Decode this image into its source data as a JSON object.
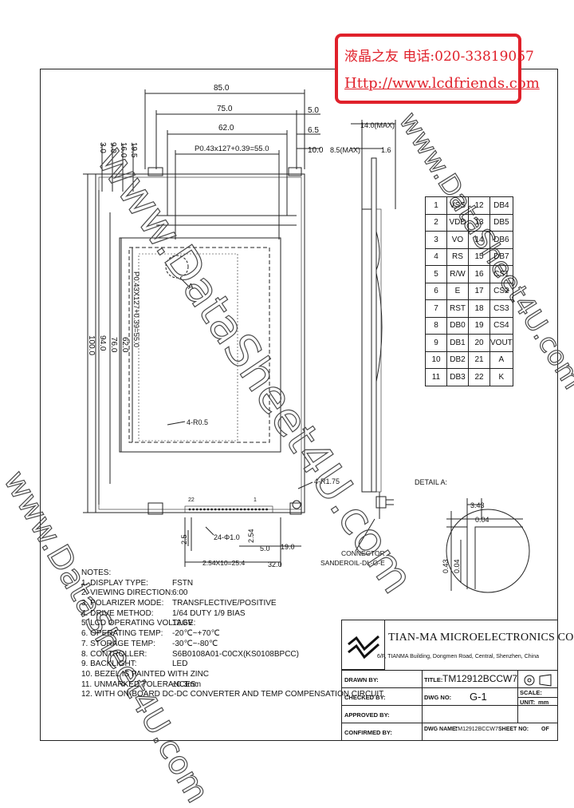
{
  "banner": {
    "line1": "液晶之友 电话:020-33819057",
    "line2": "Http://www.lcdfriends.com"
  },
  "watermarks": [
    "www.DataSheet4U.com",
    "www.DataSheet4U.com",
    "www.DataSheet4U.com"
  ],
  "dimensions": {
    "top": [
      "85.0",
      "75.0",
      "62.0",
      "P0.43x127+0.39=55.0",
      "5.0",
      "6.5",
      "10.0"
    ],
    "left_top": [
      "3.0",
      "9.0",
      "16.0",
      "19.5"
    ],
    "left_side": [
      "100.0",
      "94.0",
      "76.0",
      "62.0",
      "P0.43X127+0.39=55.0"
    ],
    "side_view": [
      "14.0(MAX)",
      "8.5(MAX)",
      "1.6"
    ],
    "bottom": [
      "2.5",
      "24-Φ1.0",
      "2.54",
      "5.0",
      "19.0",
      "2.54X10=25.4",
      "32.0"
    ],
    "callouts": [
      "A",
      "4-R0.5",
      "4-R1.75"
    ],
    "pin_labels": [
      "22",
      "1"
    ],
    "connector_label": [
      "CONNECTOR",
      "SANDEROIL-DL-G-E"
    ]
  },
  "detail": {
    "title": "DETAIL A:",
    "values": [
      "3.43",
      "0.04",
      "0.43",
      "0.04"
    ]
  },
  "pin_table": [
    [
      "1",
      "VSS",
      "12",
      "DB4"
    ],
    [
      "2",
      "VDD",
      "13",
      "DB5"
    ],
    [
      "3",
      "VO",
      "14",
      "DB6"
    ],
    [
      "4",
      "RS",
      "15",
      "DB7"
    ],
    [
      "5",
      "R/W",
      "16",
      "CS1"
    ],
    [
      "6",
      "E",
      "17",
      "CS2"
    ],
    [
      "7",
      "RST",
      "18",
      "CS3"
    ],
    [
      "8",
      "DB0",
      "19",
      "CS4"
    ],
    [
      "9",
      "DB1",
      "20",
      "VOUT"
    ],
    [
      "10",
      "DB2",
      "21",
      "A"
    ],
    [
      "11",
      "DB3",
      "22",
      "K"
    ]
  ],
  "notes": {
    "header": "NOTES:",
    "items": [
      {
        "k": "1. DISPLAY TYPE:",
        "v": "FSTN"
      },
      {
        "k": "2. VIEWING DIRECTION:",
        "v": "6:00"
      },
      {
        "k": "3. POLARIZER MODE:",
        "v": "TRANSFLECTIVE/POSITIVE"
      },
      {
        "k": "4. DRIVE METHOD:",
        "v": "1/64 DUTY 1/9 BIAS"
      },
      {
        "k": "5. LCD OPERATING VOLTAGE:",
        "v": "12.6V"
      },
      {
        "k": "6. OPERATING TEMP:",
        "v": "-20℃~+70℃"
      },
      {
        "k": "7. STORAGE TEMP:",
        "v": "-30℃~-80℃"
      },
      {
        "k": "8. CONTROLLER:",
        "v": "S6B0108A01-C0CX(KS0108BPCC)"
      },
      {
        "k": "9. BACKLIGHT:",
        "v": "LED"
      },
      {
        "k": "10. BEZEL IS PAINTED WITH ZINC",
        "v": ""
      },
      {
        "k": "11. UNMARKED TOLERANCES:",
        "v": "±0.3mm"
      },
      {
        "k": "12. WITH ON-BOARD DC-DC CONVERTER AND TEMP COMPENSATION CIRCUIT",
        "v": ""
      }
    ]
  },
  "title_block": {
    "company": "TIAN-MA MICROELECTRONICS CO.",
    "address": "6/F, TIANMA Building, Dongmen Road, Central, Shenzhen, China",
    "drawn": "DRAWN BY:",
    "checked": "CHECKED BY:",
    "approved": "APPROVED BY:",
    "confirmed": "CONFIRMED BY:",
    "title_label": "TITLE:",
    "title": "TM12912BCCW7",
    "dwg_no_label": "DWG NO:",
    "dwg_no": "G-1",
    "scale_label": "SCALE:",
    "unit_label": "UNIT:",
    "unit": "mm",
    "dwg_name_label": "DWG NAME:",
    "dwg_name": "TM12912BCCW7",
    "sheet_label": "SHEET NO:",
    "sheet": "OF"
  }
}
